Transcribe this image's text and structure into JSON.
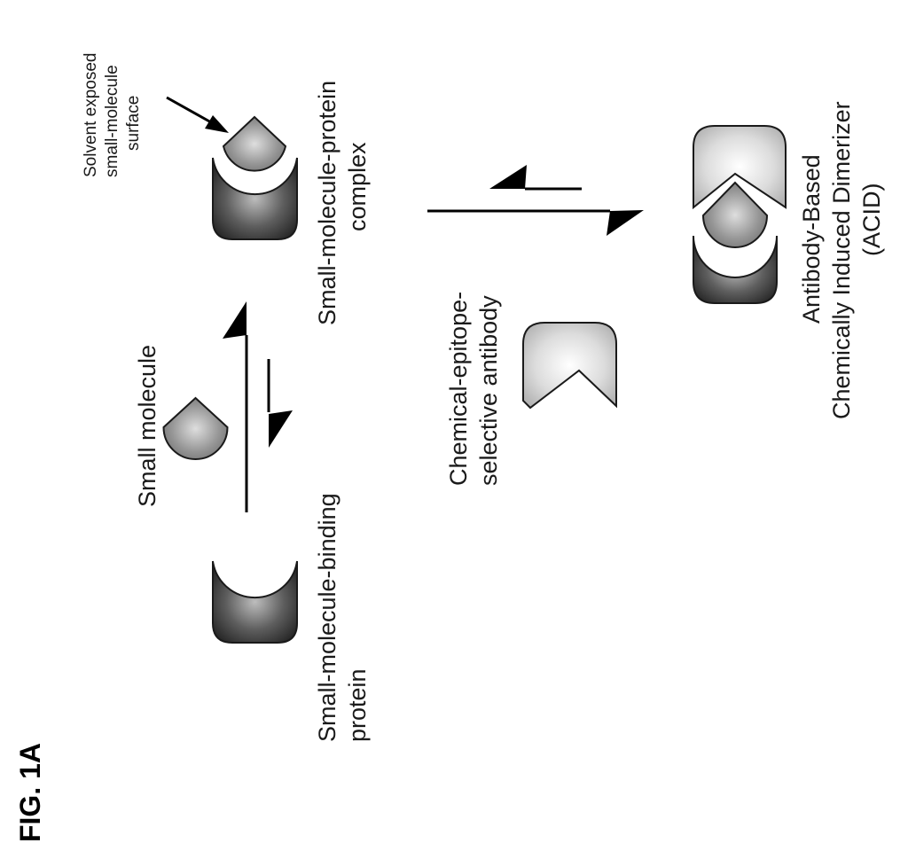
{
  "figure_label": "FIG. 1A",
  "labels": {
    "small_molecule": "Small molecule",
    "binding_protein": [
      "Small-molecule-binding",
      "protein"
    ],
    "solvent_surface": [
      "Solvent exposed",
      "small-molecule",
      "surface"
    ],
    "complex": [
      "Small-molecule-protein",
      "complex"
    ],
    "antibody": [
      "Chemical-epitope-",
      "selective antibody"
    ],
    "acid": [
      "Antibody-Based",
      "Chemically Induced Dimerizer",
      "(ACID)"
    ]
  },
  "colors": {
    "protein": "#3c3c3c",
    "small_molecule": "#8a8a8a",
    "antibody": "#d8d8d8",
    "outline": "#1a1a1a",
    "arrow": "#000000"
  }
}
